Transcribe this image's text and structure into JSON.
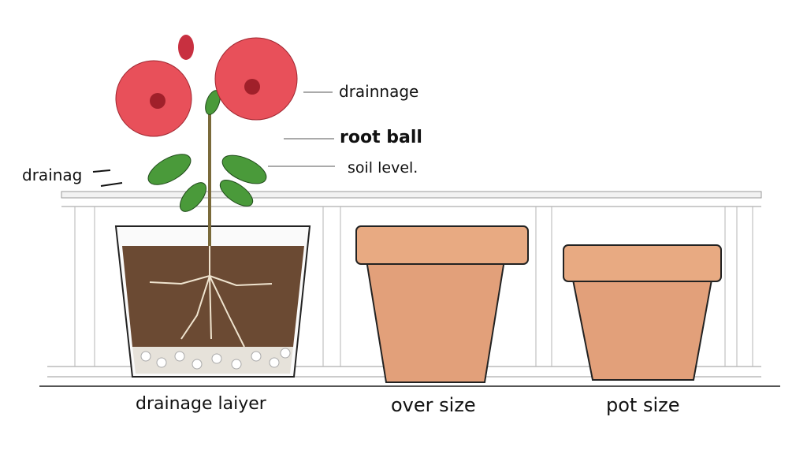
{
  "diagram": {
    "subject": "Hibiscus potting diagram on balcony railing",
    "callouts": {
      "drainnage": "drainnage",
      "root_ball": "root ball",
      "soil_level": "soil level.",
      "drainag_left": "drainag"
    },
    "captions": {
      "drainage_layer": "drainage laiyer",
      "over_size": "over size",
      "pot_size": "pot size"
    },
    "colors": {
      "flower": "#e8505a",
      "leaf": "#4a9a3a",
      "soil": "#6b4a33",
      "terracotta": "#e2a07a",
      "pebble": "#e6e2da",
      "line": "#222222"
    }
  }
}
